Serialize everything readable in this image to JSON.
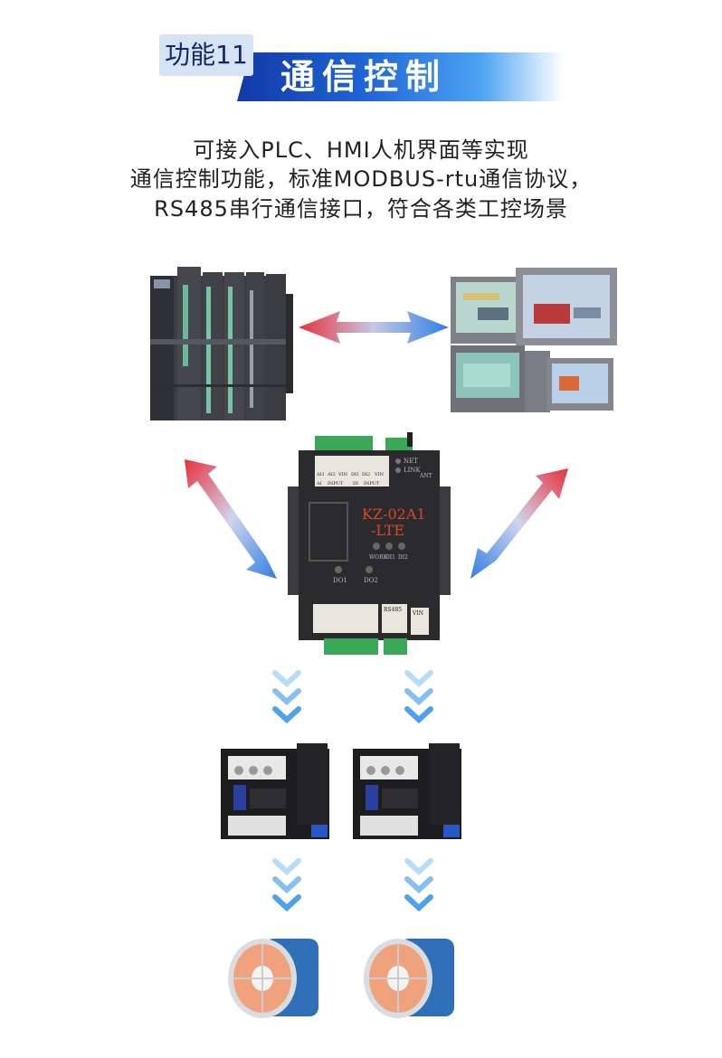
{
  "header": {
    "badge": "功能11",
    "title": "通信控制"
  },
  "description": {
    "line1": "可接入PLC、HMI人机界面等实现",
    "line2": "通信控制功能，标准MODBUS-rtu通信协议，",
    "line3": "RS485串行通信接口，符合各类工控场景"
  },
  "device": {
    "model_line1": "KZ-02A1",
    "model_line2": "-LTE",
    "net_label": "NET",
    "link_label": "LINK",
    "ant_label": "ANT",
    "work_label": "WORK",
    "di1_label": "DI1",
    "di2_label": "DI2",
    "do1_label": "DO1",
    "do2_label": "DO2",
    "rs485_label": "RS485",
    "vin_label": "VIN",
    "top_terminal_labels": [
      "AI1",
      "AI2",
      "VIN",
      "DI1",
      "DI2",
      "VIN"
    ],
    "top_group_labels": [
      "AI",
      "INPUT",
      "DI",
      "INPUT"
    ]
  },
  "colors": {
    "arrow_red": "#e8303a",
    "arrow_blue": "#2f7fe0",
    "chevron": "#4ea2ec",
    "banner_dark": "#1239a8",
    "device_body": "#2b2b2e",
    "model_text": "#d8472c"
  }
}
